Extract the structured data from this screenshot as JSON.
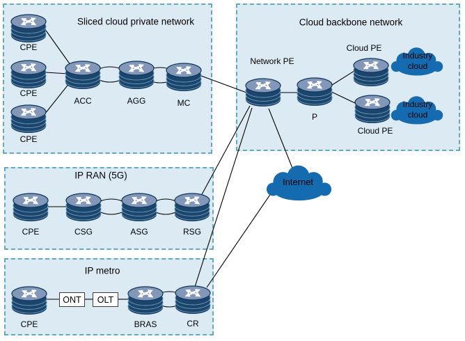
{
  "boxes": {
    "sliced": {
      "title": "Sliced cloud private network"
    },
    "backbone": {
      "title": "Cloud backbone network"
    },
    "ipran": {
      "title": "IP RAN (5G)"
    },
    "ipmetro": {
      "title": "IP metro"
    }
  },
  "nodes": {
    "sliced": {
      "cpe1": "CPE",
      "cpe2": "CPE",
      "cpe3": "CPE",
      "acc": "ACC",
      "agg": "AGG",
      "mc": "MC"
    },
    "backbone": {
      "network_pe": "Network PE",
      "p": "P",
      "cloud_pe_top": "Cloud PE",
      "cloud_pe_bottom": "Cloud PE"
    },
    "ipran": {
      "cpe": "CPE",
      "csg": "CSG",
      "asg": "ASG",
      "rsg": "RSG"
    },
    "ipmetro": {
      "cpe": "CPE",
      "ont": "ONT",
      "olt": "OLT",
      "bras": "BRAS",
      "cr": "CR"
    }
  },
  "clouds": {
    "internet": "Internet",
    "industry_top": "Industry cloud",
    "industry_bottom": "Industry cloud"
  },
  "colors": {
    "box_fill": "#dcebf3",
    "box_border": "#62abba",
    "cloud_fill": "#146bb0",
    "router_top": "#8398b9",
    "router_body": "#1a466d",
    "link_line": "#000000"
  }
}
